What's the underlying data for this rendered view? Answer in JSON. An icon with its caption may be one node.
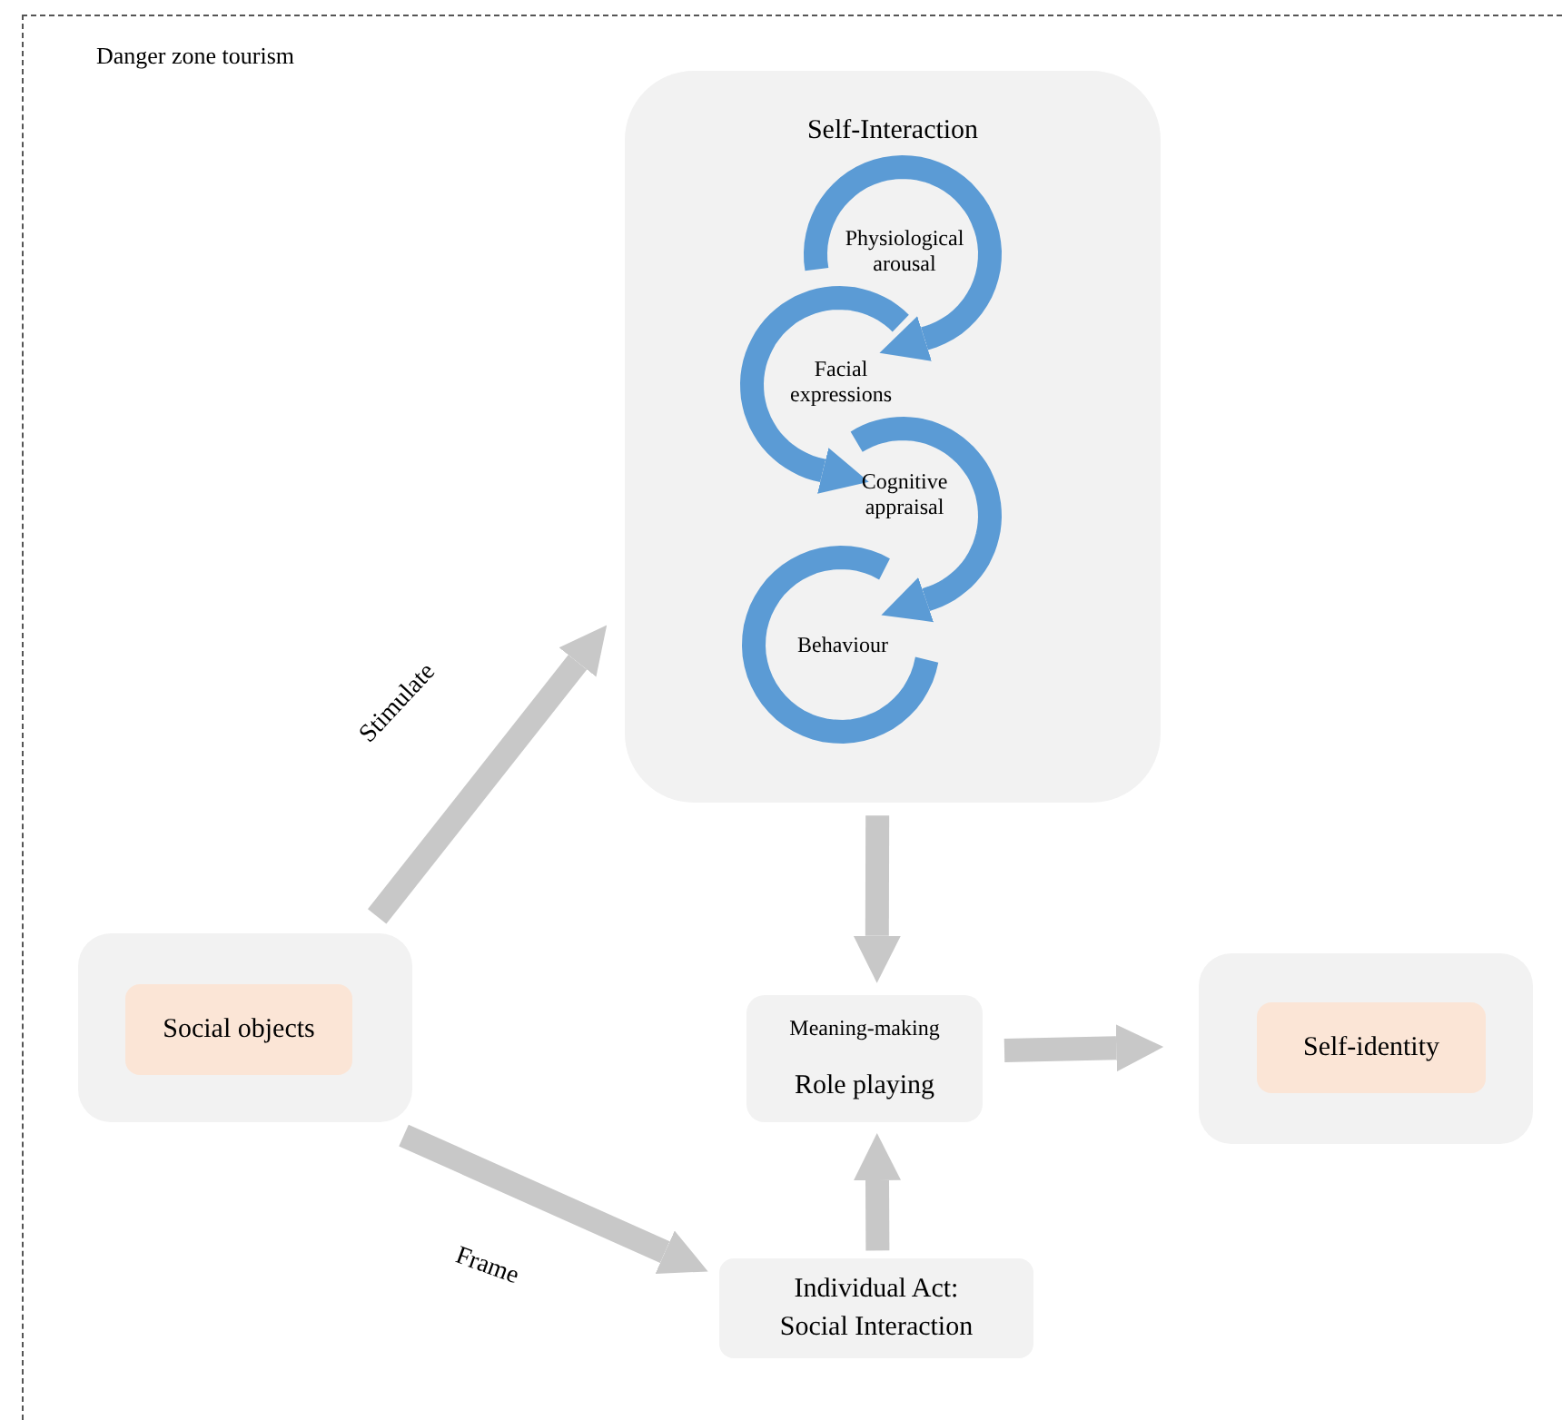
{
  "diagram": {
    "nodes": [
      {
        "text": [
          "Danger zone tourism"
        ]
      },
      {
        "text": [
          "Self-Interaction"
        ],
        "in": 0
      },
      {
        "text": [
          "Physiological arousal"
        ],
        "in": 1
      },
      {
        "text": [
          "Facial expressions"
        ],
        "in": 1
      },
      {
        "text": [
          "Cognitive appraisal"
        ],
        "in": 1
      },
      {
        "text": [
          "Behaviour"
        ],
        "in": 1
      },
      {
        "text": [],
        "shape": "box",
        "in": 0
      },
      {
        "text": [
          "Social objects"
        ],
        "in": 6
      },
      {
        "text": [
          "Meaning-making",
          "Role playing"
        ],
        "in": 0
      },
      {
        "text": [],
        "shape": "box",
        "in": 0
      },
      {
        "text": [
          "Self-identity"
        ],
        "in": 9
      },
      {
        "text": [
          "Individual Act: Social Interaction"
        ],
        "in": 0
      }
    ],
    "edges": [
      {
        "from": 6,
        "to": 1,
        "arrow": "to",
        "label": "Stimulate"
      },
      {
        "from": 6,
        "to": 11,
        "arrow": "to",
        "label": "Frame"
      },
      {
        "from": 1,
        "to": 8,
        "arrow": "to"
      },
      {
        "from": 11,
        "to": 8,
        "arrow": "to"
      },
      {
        "from": 8,
        "to": 9,
        "arrow": "to"
      },
      {
        "from": 2,
        "to": 3,
        "arrow": "to",
        "color": "#5b9bd5"
      },
      {
        "from": 3,
        "to": 4,
        "arrow": "to",
        "color": "#5b9bd5"
      },
      {
        "from": 4,
        "to": 5,
        "arrow": "to",
        "color": "#5b9bd5"
      }
    ]
  }
}
